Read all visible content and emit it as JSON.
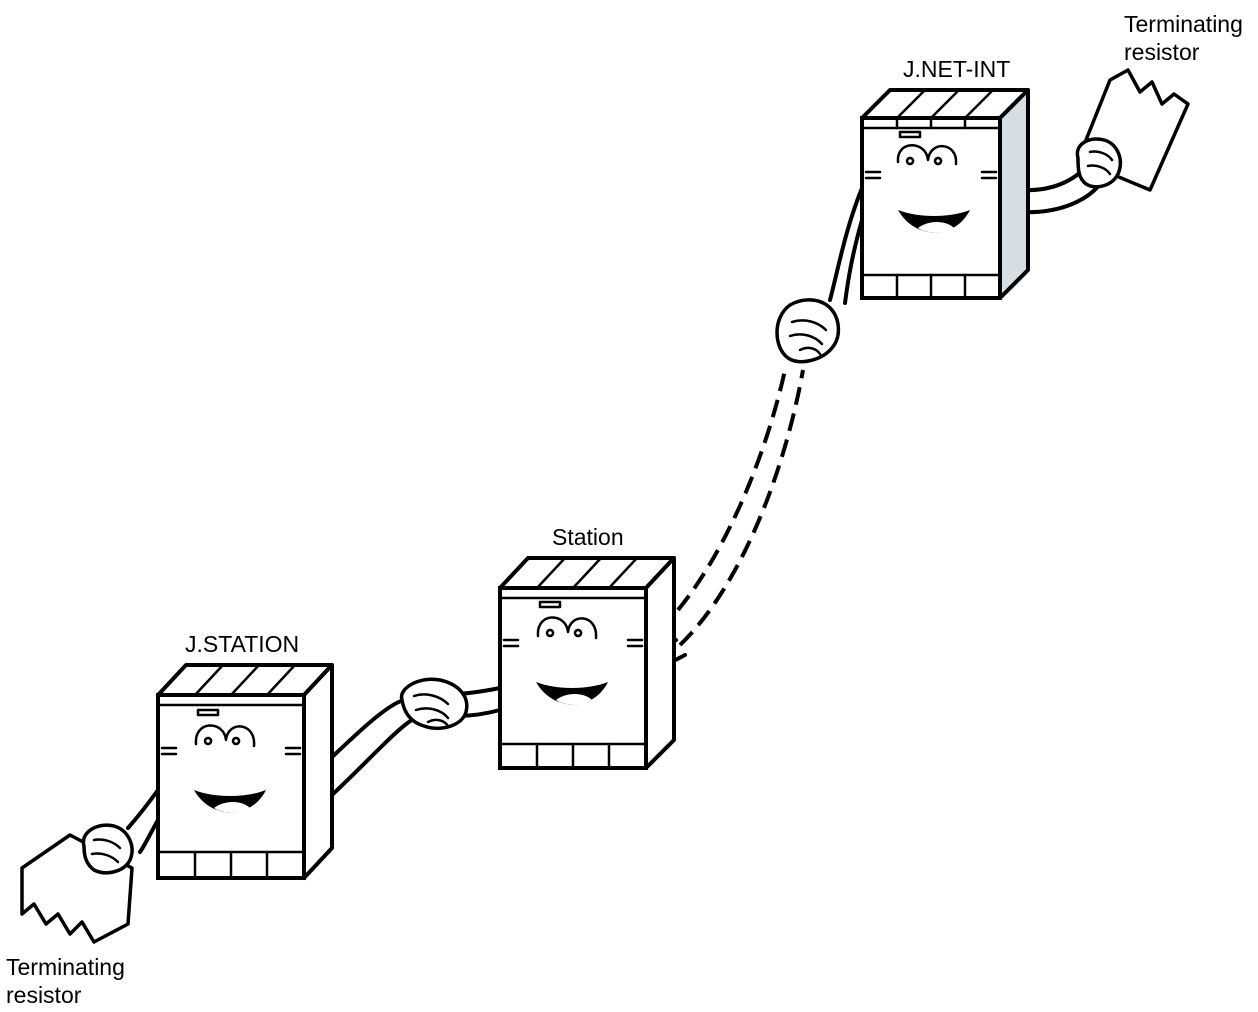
{
  "diagram": {
    "labels": {
      "jnet_int": "J.NET-INT",
      "station": "Station",
      "jstation": "J.STATION",
      "terminator_top": [
        "Terminating",
        "resistor"
      ],
      "terminator_bottom": [
        "Terminating",
        "resistor"
      ]
    },
    "colors": {
      "ink": "#000000",
      "background": "#ffffff",
      "jnet_side_shade": "#d5dee4"
    }
  }
}
